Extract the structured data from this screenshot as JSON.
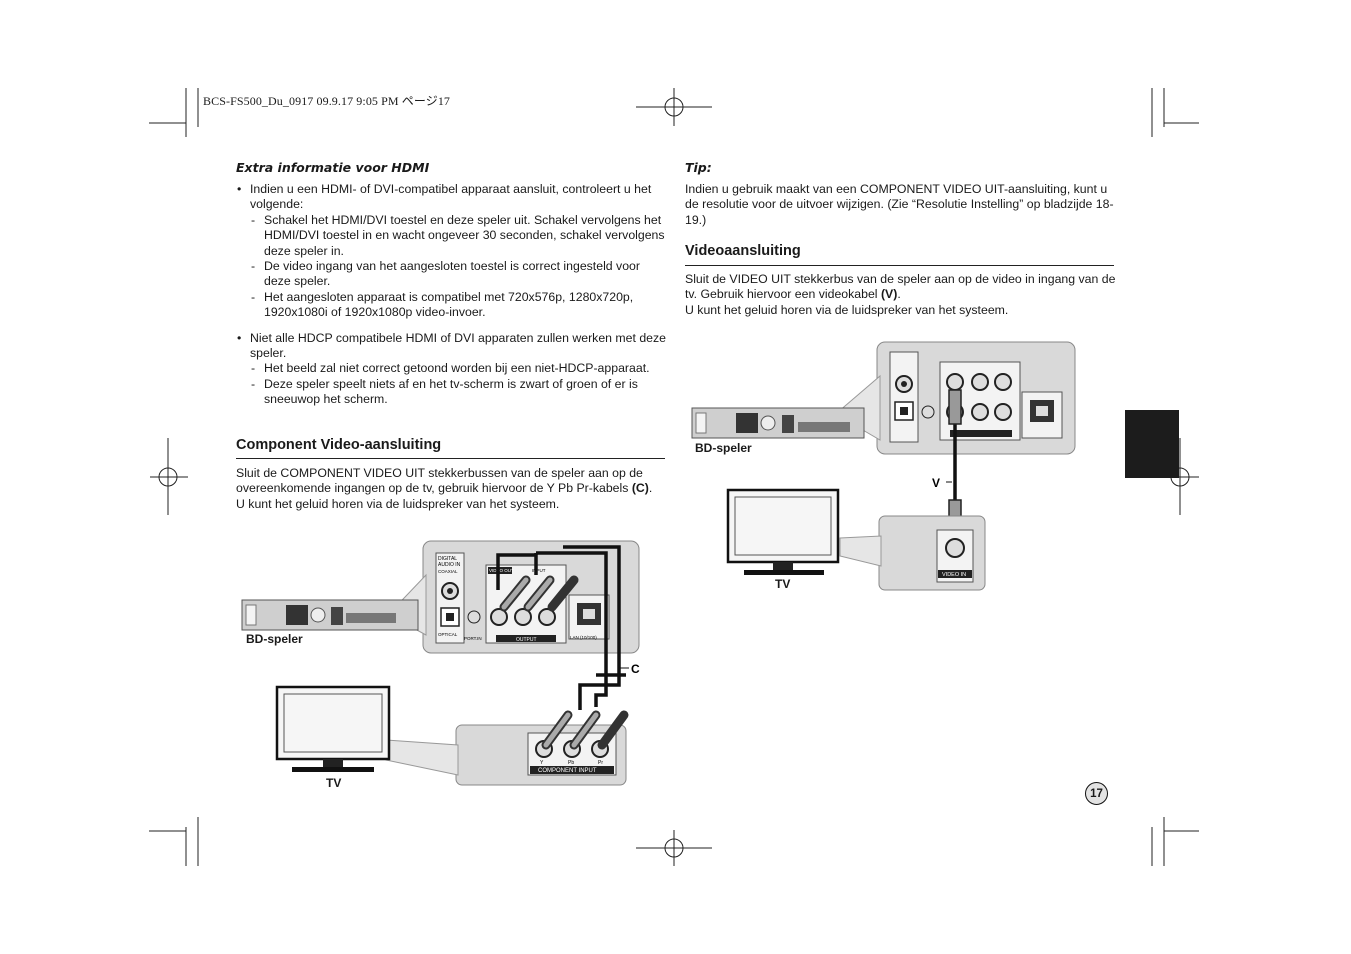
{
  "header_line": "BCS-FS500_Du_0917  09.9.17  9:05 PM    ページ17",
  "left": {
    "hdmi_title": "Extra informatie voor HDMI",
    "bullet1": "Indien u een HDMI- of DVI-compatibel apparaat aansluit, controleert u het volgende:",
    "bullet1_items": [
      "Schakel het HDMI/DVI toestel en deze speler uit. Schakel vervolgens het HDMI/DVI toestel in en wacht ongeveer 30 seconden, schakel vervolgens deze speler in.",
      "De video ingang van het aangesloten toestel is correct ingesteld voor deze speler.",
      "Het aangesloten apparaat is compatibel met 720x576p, 1280x720p, 1920x1080i of 1920x1080p video-invoer."
    ],
    "bullet2": "Niet alle HDCP compatibele HDMI of DVI apparaten zullen werken met deze speler.",
    "bullet2_items": [
      "Het beeld zal niet correct getoond worden bij een niet-HDCP-apparaat.",
      "Deze speler speelt niets af en het tv-scherm is zwart of groen of er is sneeuwop het scherm."
    ],
    "component_title": "Component Video-aansluiting",
    "component_p1": "Sluit de COMPONENT VIDEO UIT stekkerbussen van de speler aan op de overeenkomende ingangen op de tv, gebruik hiervoor de Y Pb Pr-kabels ",
    "component_p1_bold": "(C)",
    "component_p1_end": ".",
    "component_p2": "U kunt het geluid horen via de luidspreker van het systeem.",
    "diagram": {
      "player_label": "BD-speler",
      "tv_label": "TV",
      "cable_label": "C",
      "digital_audio_in": [
        "DIGITAL",
        "AUDIO IN"
      ],
      "coaxial": "COAXIAL",
      "optical": "OPTICAL",
      "video_out": "VIDEO OUT",
      "input": "INPUT",
      "output": "OUTPUT",
      "port_in": "PORT.IN",
      "lan": "LAN (10/100)",
      "component_input": "COMPONENT INPUT",
      "jack_labels": [
        "Y",
        "Pb",
        "Pr"
      ]
    }
  },
  "right": {
    "tip_title": "Tip:",
    "tip_text": "Indien u gebruik maakt van een COMPONENT VIDEO UIT-aansluiting, kunt u de resolutie voor de uitvoer wijzigen. (Zie “Resolutie Instelling” op bladzijde 18-19.)",
    "video_title": "Videoaansluiting",
    "video_p1a": "Sluit de VIDEO UIT stekkerbus van de speler aan op de video in ingang van de tv. Gebruik hiervoor een videokabel ",
    "video_p1_bold": "(V)",
    "video_p1_end": ".",
    "video_p2": "U kunt het geluid horen via de luidspreker van het systeem.",
    "diagram": {
      "player_label": "BD-speler",
      "tv_label": "TV",
      "cable_label": "V",
      "video_in": "VIDEO IN"
    }
  },
  "page_number": "17"
}
